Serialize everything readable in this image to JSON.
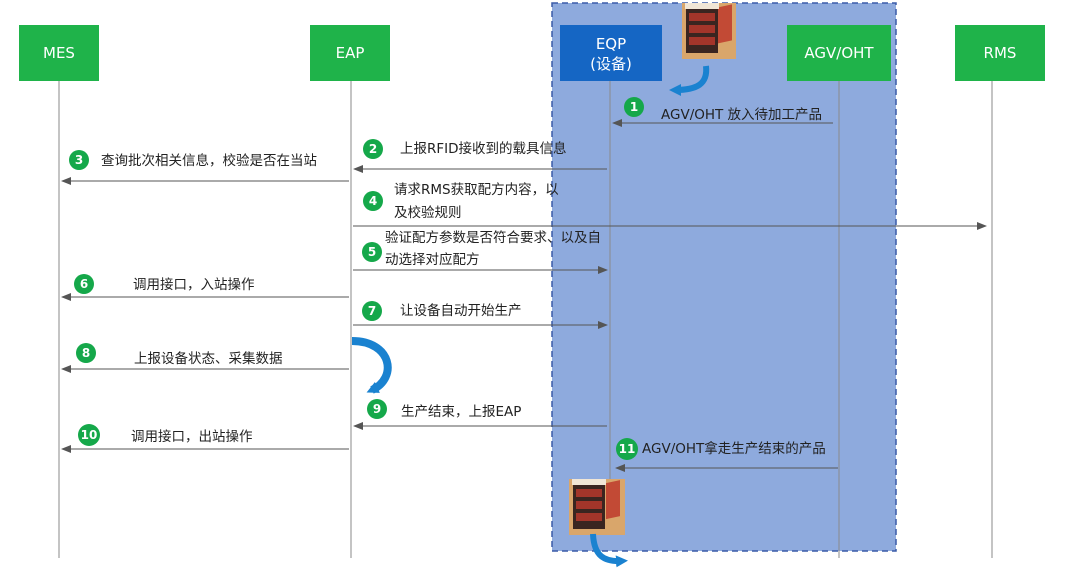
{
  "actors": {
    "mes": "MES",
    "eap": "EAP",
    "eqp_line1": "EQP",
    "eqp_line2": "(设备)",
    "agv": "AGV/OHT",
    "rms": "RMS"
  },
  "steps": [
    {
      "num": "1",
      "text": "AGV/OHT 放入待加工产品"
    },
    {
      "num": "2",
      "text": "上报RFID接收到的载具信息"
    },
    {
      "num": "3",
      "text": "查询批次相关信息，校验是否在当站"
    },
    {
      "num": "4",
      "line1": "请求RMS获取配方内容，以",
      "line2": "及校验规则"
    },
    {
      "num": "5",
      "line1": "验证配方参数是否符合要求、以及自",
      "line2": "动选择对应配方"
    },
    {
      "num": "6",
      "text": "调用接口，入站操作"
    },
    {
      "num": "7",
      "text": "让设备自动开始生产"
    },
    {
      "num": "8",
      "text": "上报设备状态、采集数据"
    },
    {
      "num": "9",
      "text": "生产结束，上报EAP"
    },
    {
      "num": "10",
      "text": "调用接口，出站操作"
    },
    {
      "num": "11",
      "text": "AGV/OHT拿走生产结束的产品"
    }
  ],
  "colors": {
    "actor_green": "#1fb34a",
    "eqp_blue": "#1566c4",
    "zone_fill": "#8eaadd",
    "zone_border": "#3a5ba8",
    "step_green": "#15a84a",
    "curve_blue": "#1a82d0"
  },
  "icons": [
    "carrier-box-icon",
    "curved-arrow-icon"
  ]
}
